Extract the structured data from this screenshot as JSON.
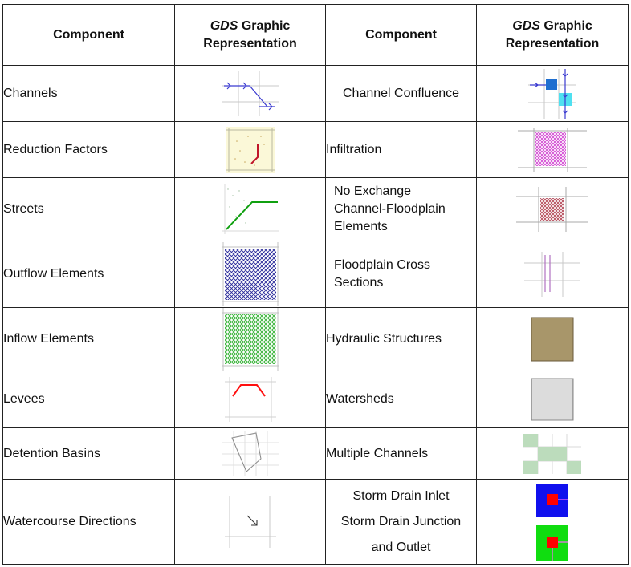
{
  "header": {
    "component_label": "Component",
    "gds_italic": "GDS",
    "graphic_word": " Graphic",
    "representation_word": "Representation"
  },
  "rows": [
    {
      "left": "Channels",
      "right": "Channel Confluence",
      "left_icon": "channels-icon",
      "right_icon": "channel-confluence-icon"
    },
    {
      "left": "Reduction Factors",
      "right": "Infiltration",
      "left_icon": "reduction-factors-icon",
      "right_icon": "infiltration-icon"
    },
    {
      "left": "Streets",
      "right_lines": [
        "No Exchange",
        "Channel-Floodplain",
        "Elements"
      ],
      "left_icon": "streets-icon",
      "right_icon": "no-exchange-icon"
    },
    {
      "left": "Outflow Elements",
      "right_lines": [
        "Floodplain Cross",
        "Sections"
      ],
      "left_icon": "outflow-elements-icon",
      "right_icon": "floodplain-cross-sections-icon"
    },
    {
      "left": "Inflow Elements",
      "right": "Hydraulic Structures",
      "left_icon": "inflow-elements-icon",
      "right_icon": "hydraulic-structures-icon"
    },
    {
      "left": "Levees",
      "right": "Watersheds",
      "left_icon": "levees-icon",
      "right_icon": "watersheds-icon"
    },
    {
      "left": "Detention Basins",
      "right": "Multiple Channels",
      "left_icon": "detention-basins-icon",
      "right_icon": "multiple-channels-icon"
    },
    {
      "left": "Watercourse Directions",
      "right_lines": [
        "Storm Drain Inlet",
        "Storm Drain Junction",
        "and Outlet"
      ],
      "left_icon": "watercourse-directions-icon",
      "right_icon": "storm-drain-icon"
    }
  ],
  "colors": {
    "channel": "#3a3ad0",
    "confluence_blue": "#1f6fd0",
    "confluence_cyan": "#4fe0f0",
    "reduction_fill": "#fbf8d8",
    "reduction_line": "#c0162a",
    "street": "#10a010",
    "infiltration": "#d040d0",
    "no_exchange": "#b04050",
    "outflow": "#2a2a9a",
    "inflow": "#30b030",
    "levee": "#ff1010",
    "hydraulic": "#a8966a",
    "multiple_channels": "#bcdcbc",
    "storm_inlet_bg": "#1010ee",
    "storm_junction_bg": "#10dd10",
    "storm_red": "#ff0000",
    "cross_section": "#b070c0"
  }
}
